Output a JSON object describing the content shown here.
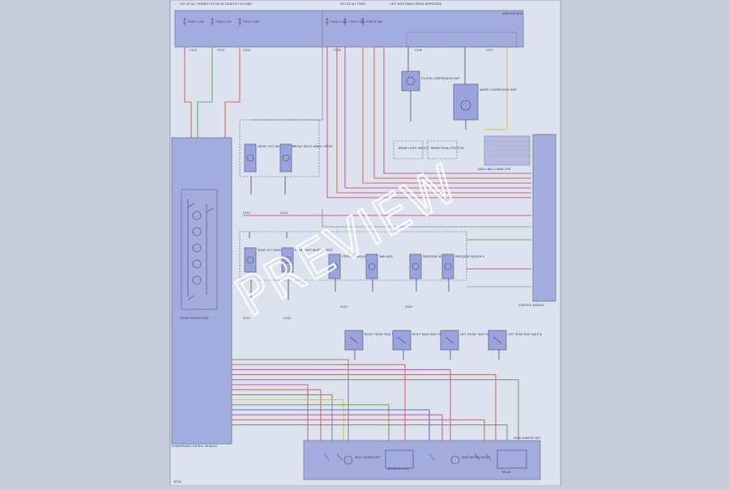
{
  "diagram": {
    "colors": {
      "red": "#d86a5a",
      "green": "#6cae5c",
      "magenta": "#c85aa8",
      "blue": "#5a6ad0",
      "yellow": "#d8c84a",
      "gray": "#8a8a8a",
      "black": "#444a5e",
      "component": "#9aa3dd",
      "sheet": "#dde3ee"
    },
    "top_labels": [
      "HOT AT ALL TIMES",
      "HOT IN ON OR START",
      "HOT IN START",
      "HOT AT ALL TIMES",
      "HOT WITH BRAKE PEDAL DEPRESSED"
    ],
    "junction_box_label": "JUNCTION BOX",
    "fuse_labels": [
      "FUSE 1 10A",
      "FUSE 2 15A",
      "FUSE 3 10A",
      "FUSE 4 10A",
      "FUSE 5 10A",
      "FUSE 6 15A"
    ],
    "connector_labels": [
      "C202",
      "C203",
      "C204",
      "C205",
      "C206",
      "C207"
    ],
    "left_module_label": "FRONT SENSOR UNIT",
    "left_bottom_label": "POWERTRAIN CONTROL MODULE",
    "right_module_label": "CONTROL MODULE",
    "right_connector_label": "DATA LINK CONNECTOR",
    "top_components": [
      "CLUTCH COMPRESSOR UNIT",
      "WATER COMPRESSOR UNIT"
    ],
    "small_boxes": [
      "BRAKE LIGHT SWITCH",
      "BRAKE PEDAL POSITION"
    ],
    "sensors_row1": [
      "FRONT LEFT WHEEL SPEED",
      "FRONT RIGHT WHEEL SPEED"
    ],
    "sensors_row2": [
      "REAR LEFT WHEEL SPEED",
      "REAR RIGHT WHEEL SPEED",
      "STEERING ANGLE",
      "YAW RATE",
      "PRESSURE SENSOR 1",
      "PRESSURE SENSOR 2"
    ],
    "switch_row": [
      "RIGHT FRONT SEAT SWITCH",
      "RIGHT REAR SEAT SWITCH",
      "LEFT FRONT SEAT SWITCH",
      "LEFT REAR SEAT SWITCH"
    ],
    "ground_labels": [
      "G101",
      "G102",
      "G201",
      "G202",
      "G301",
      "G302"
    ],
    "bottom_module_label": "REAR SENSOR UNIT",
    "bottom_module_items": [
      "SEAT HEATER LEFT",
      "INTERIOR LIGHT",
      "SEAT HEATER RIGHT",
      "RELAY"
    ],
    "page_ref": "SP-84",
    "watermark": "PREVIEW"
  }
}
